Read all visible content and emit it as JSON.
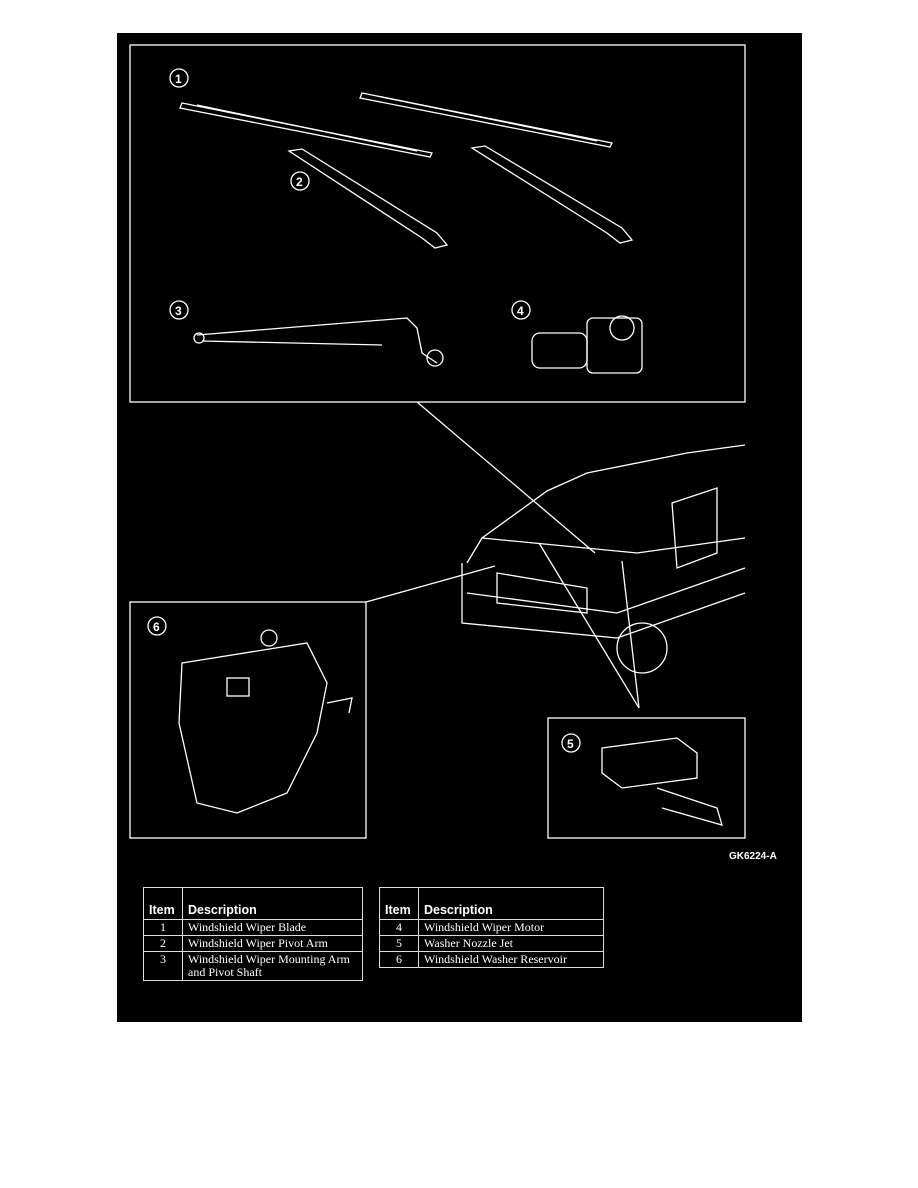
{
  "figure": {
    "id": "GK6224-A",
    "callouts": [
      "1",
      "2",
      "3",
      "4",
      "5",
      "6"
    ]
  },
  "tables": [
    {
      "headers": {
        "item": "Item",
        "description": "Description"
      },
      "rows": [
        {
          "item": "1",
          "description": "Windshield Wiper Blade"
        },
        {
          "item": "2",
          "description": "Windshield Wiper Pivot Arm"
        },
        {
          "item": "3",
          "description": "Windshield Wiper Mounting Arm and Pivot Shaft"
        }
      ]
    },
    {
      "headers": {
        "item": "Item",
        "description": "Description"
      },
      "rows": [
        {
          "item": "4",
          "description": "Windshield Wiper Motor"
        },
        {
          "item": "5",
          "description": "Washer Nozzle Jet"
        },
        {
          "item": "6",
          "description": "Windshield Washer Reservoir"
        }
      ]
    }
  ]
}
